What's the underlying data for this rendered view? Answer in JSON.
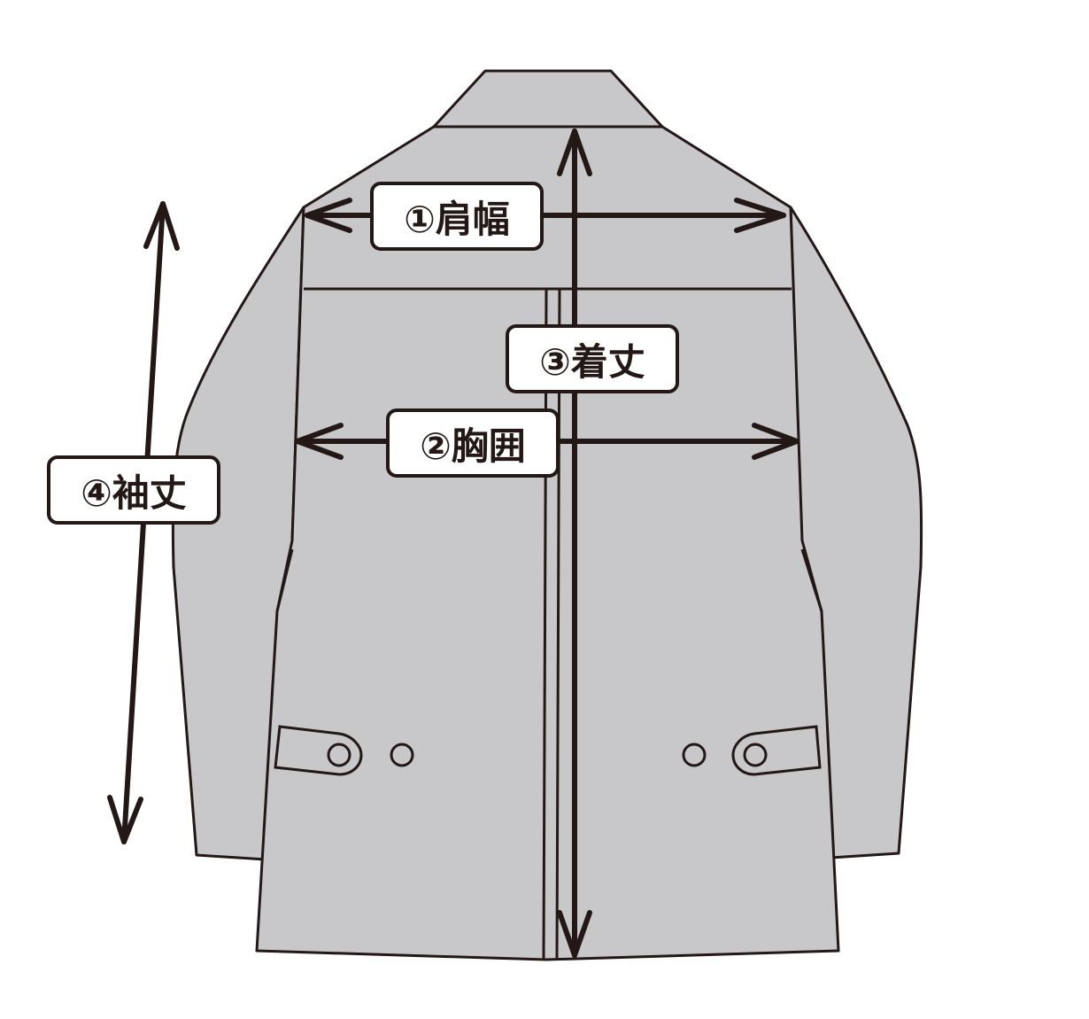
{
  "colors": {
    "garment_fill": "#c8c8ca",
    "outline": "#231815",
    "label_bg": "#ffffff"
  },
  "measurements": {
    "shoulder_width": "①肩幅",
    "chest": "②胸囲",
    "length": "③着丈",
    "sleeve_length": "④袖丈"
  }
}
